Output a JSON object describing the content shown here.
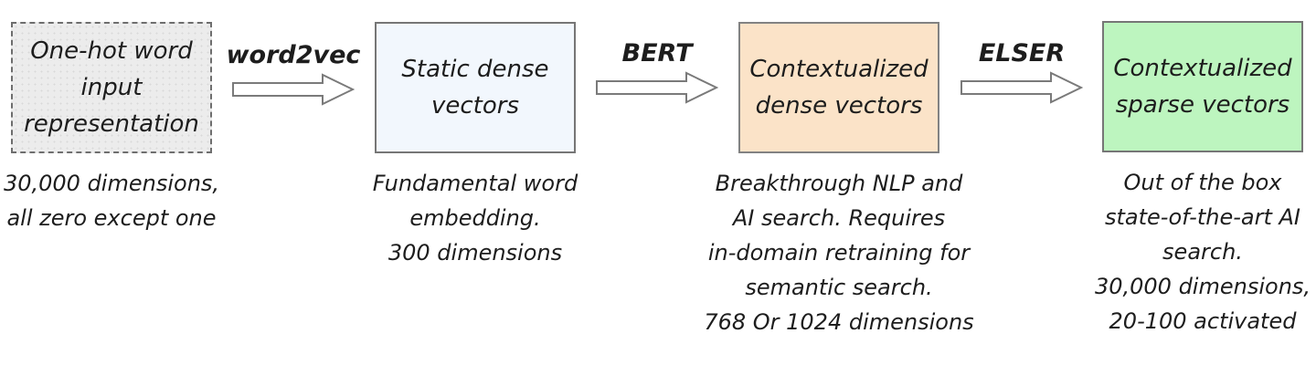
{
  "diagram": {
    "background": "#ffffff",
    "text_color": "#1d1d1d",
    "arrow_outline_color": "#7a7a7a",
    "arrow_fill_color": "#ffffff",
    "nodes": [
      {
        "id": "one-hot-input",
        "title": "One-hot word\ninput\nrepresentation",
        "caption": "30,000 dimensions,\nall zero except one",
        "fill": "#ececec",
        "border_color": "#6e6e6e",
        "border_style": "dashed"
      },
      {
        "id": "static-dense-vectors",
        "title": "Static dense\nvectors",
        "caption": "Fundamental word\nembedding.\n300 dimensions",
        "fill": "#f2f7fd",
        "border_color": "#767676",
        "border_style": "solid"
      },
      {
        "id": "contextualized-dense-vectors",
        "title": "Contextualized\ndense vectors",
        "caption": "Breakthrough NLP and\nAI search. Requires\nin-domain retraining for\nsemantic search.\n768 Or 1024 dimensions",
        "fill": "#fbe3c8",
        "border_color": "#828282",
        "border_style": "solid"
      },
      {
        "id": "contextualized-sparse-vectors",
        "title": "Contextualized\nsparse vectors",
        "caption": "Out of the box\nstate-of-the-art AI\nsearch.\n30,000 dimensions,\n20-100 activated",
        "fill": "#bdf5bf",
        "border_color": "#767676",
        "border_style": "solid"
      }
    ],
    "arrows": [
      {
        "label": "word2vec"
      },
      {
        "label": "BERT"
      },
      {
        "label": "ELSER"
      }
    ]
  }
}
